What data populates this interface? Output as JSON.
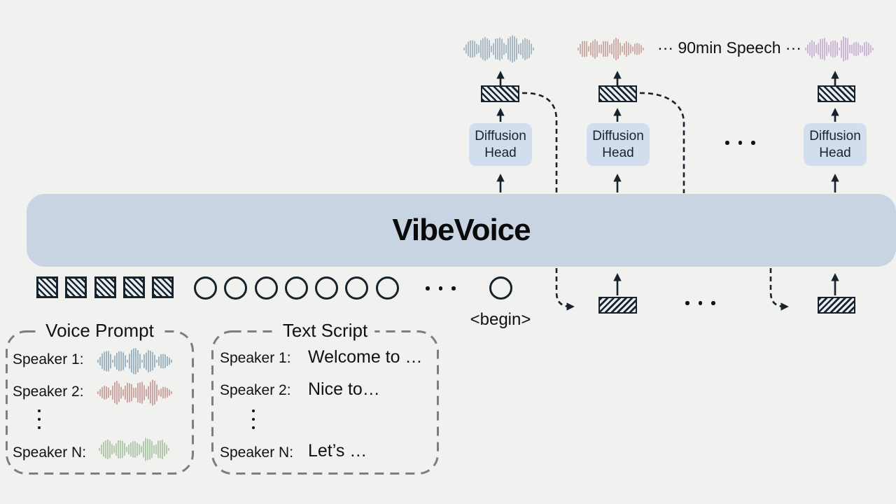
{
  "model": {
    "name": "VibeVoice"
  },
  "output": {
    "speech_label": "··· 90min Speech ···",
    "waveform_colors": [
      "#9db1bc",
      "#c8a09a",
      "#c7acd2"
    ]
  },
  "diffusion_head": {
    "label": "Diffusion Head"
  },
  "input_tokens": {
    "begin_label": "<begin>",
    "num_acoustic_tokens": 5,
    "num_text_tokens": 7
  },
  "voice_prompt": {
    "title": "Voice Prompt",
    "vdots": "⋮",
    "rows": [
      {
        "label": "Speaker 1:",
        "waveform_color": "#8fa9ba"
      },
      {
        "label": "Speaker 2:",
        "waveform_color": "#c59a93"
      },
      {
        "label": "Speaker N:",
        "waveform_color": "#a6c2a1"
      }
    ]
  },
  "text_script": {
    "title": "Text Script",
    "vdots": "⋮",
    "rows": [
      {
        "label": "Speaker 1:",
        "text": "Welcome to …"
      },
      {
        "label": "Speaker 2:",
        "text": "Nice to…"
      },
      {
        "label": "Speaker N:",
        "text": "Let’s …"
      }
    ]
  },
  "colors": {
    "background": "#f1f1f0",
    "bar_fill": "#c9d4e2",
    "diffusion_head_fill": "#d2ddee",
    "ink_navy": "#16222c",
    "hatch_light": "#e9eff4",
    "dashed_box_gray": "#7d7d7d",
    "text_black": "#111111"
  }
}
